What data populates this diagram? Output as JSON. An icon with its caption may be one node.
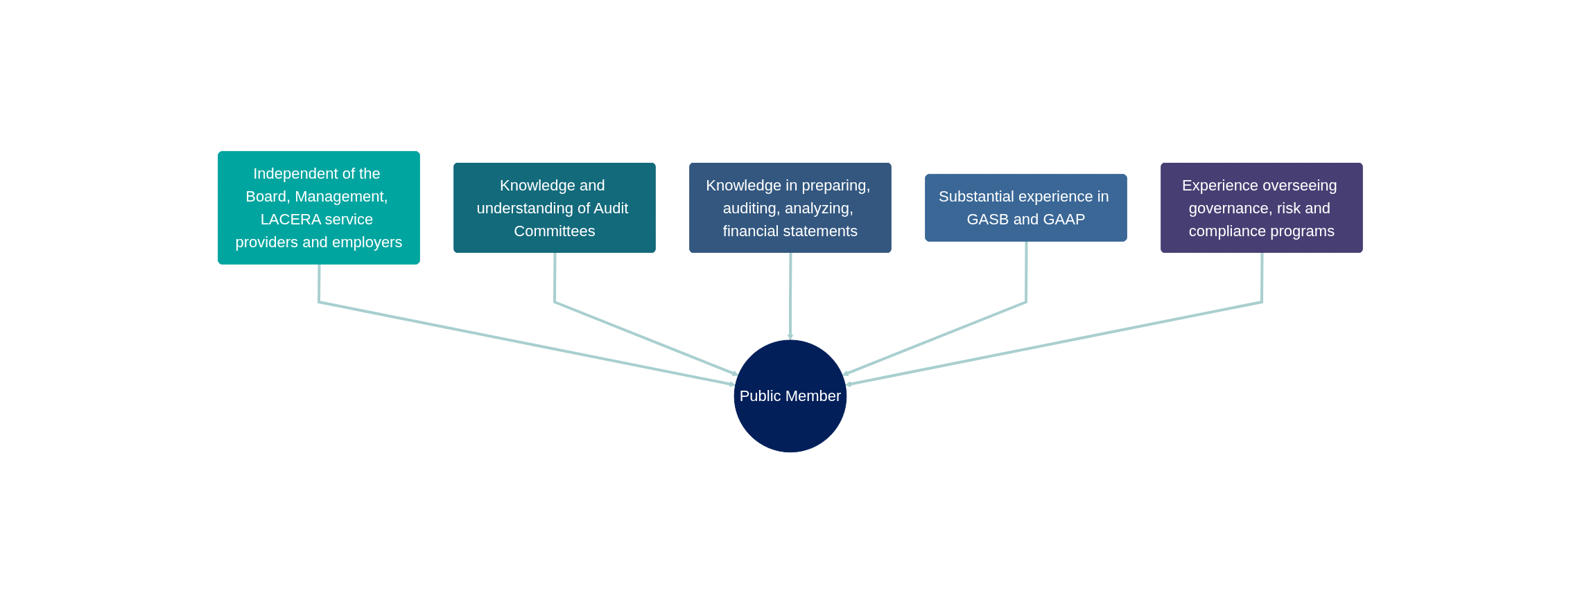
{
  "diagram": {
    "nodes": [
      {
        "text": [
          "Independent of the Board, Management, LACERA service providers and employers"
        ]
      },
      {
        "text": [
          "Knowledge and understanding of Audit Committees"
        ]
      },
      {
        "text": [
          "Knowledge in preparing, auditing, analyzing, financial statements"
        ]
      },
      {
        "text": [
          "Public Member"
        ]
      },
      {
        "text": [
          "Substantial experience in GASB and GAAP"
        ]
      },
      {
        "text": [
          "Experience overseeing governance, risk and compliance programs"
        ]
      }
    ],
    "edges": [
      {
        "from": 0,
        "to": 3,
        "arrow": "to"
      },
      {
        "from": 1,
        "to": 3,
        "arrow": "to"
      },
      {
        "from": 2,
        "to": 3,
        "arrow": "to"
      },
      {
        "from": 4,
        "to": 3,
        "arrow": "to"
      },
      {
        "from": 5,
        "to": 3,
        "arrow": "to"
      }
    ]
  }
}
